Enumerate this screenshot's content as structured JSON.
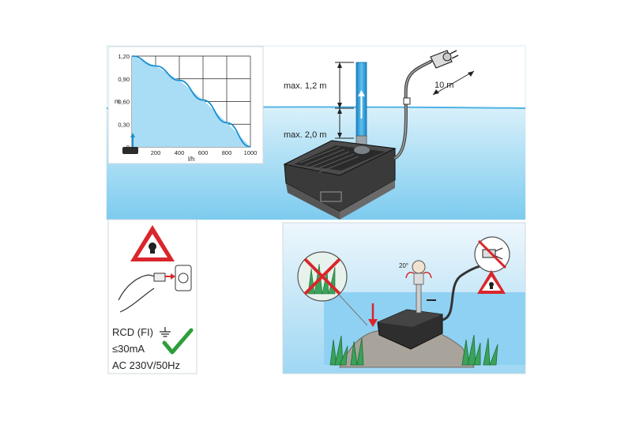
{
  "colors": {
    "water_top": "#c6e9f7",
    "water_bottom": "#7ccbef",
    "water_line": "#4eb2e4",
    "curve": "#1a8fd0",
    "warning_red": "#d9262b",
    "check_green": "#2e9e3a",
    "pump_dark": "#2b2b2b",
    "plant_green": "#3aa35a",
    "ground": "#a8a39b"
  },
  "graph": {
    "chart_data": {
      "type": "line",
      "x": [
        0,
        200,
        400,
        600,
        800,
        1000
      ],
      "y_ticks": [
        "0",
        "0,30",
        "0,60",
        "0,90",
        "1,20"
      ],
      "x_ticks": [
        "200",
        "400",
        "600",
        "800",
        "1000"
      ],
      "ylabel": "m",
      "xlabel": "l/h",
      "xlim": [
        0,
        1000
      ],
      "ylim": [
        0,
        1.2
      ],
      "series": [
        {
          "x": [
            0,
            200,
            400,
            600,
            800,
            1000
          ],
          "y": [
            1.2,
            1.07,
            0.88,
            0.62,
            0.32,
            0.0
          ]
        }
      ],
      "grid": true
    }
  },
  "pump_diagram": {
    "height_above_label": "max. 1,2 m",
    "depth_label": "max. 2,0 m",
    "cable_label": "10 m"
  },
  "safety_panel": {
    "rcd_label": "RCD (FI)",
    "current_label": "≤30mA",
    "voltage_label": "AC 230V/50Hz",
    "warning_icon": "warning-triangle-icon",
    "check_icon": "checkmark-icon",
    "ground_icon": "ground-symbol-icon"
  },
  "placement_panel": {
    "angle_label": "20°",
    "prohibited_plants_icon": "no-plants-icon",
    "prohibited_plug_icon": "no-plug-in-water-icon",
    "warning_icon": "warning-triangle-icon"
  }
}
